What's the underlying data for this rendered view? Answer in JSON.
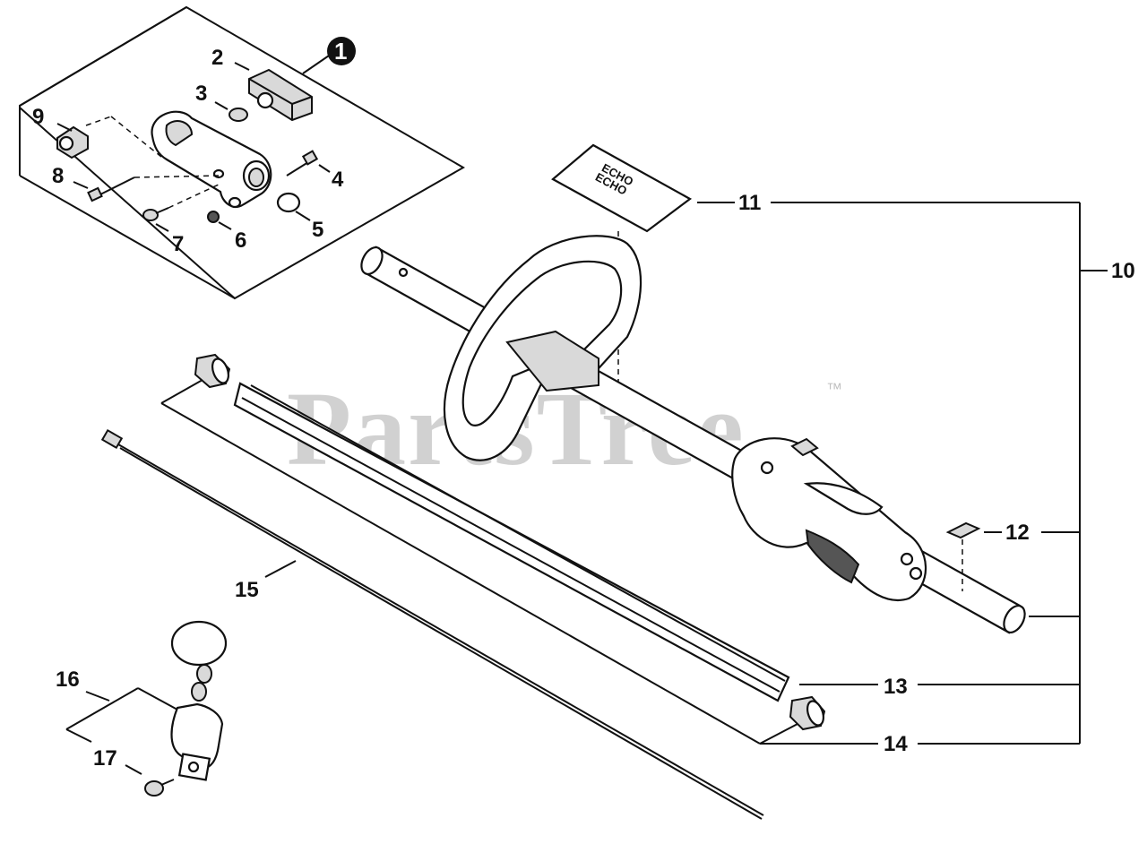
{
  "watermark": {
    "text": "PartsTree",
    "tm": "™"
  },
  "decal_text": "ECHO",
  "callouts": {
    "c1": "1",
    "c2": "2",
    "c3": "3",
    "c4": "4",
    "c5": "5",
    "c6": "6",
    "c7": "7",
    "c8": "8",
    "c9": "9",
    "c10": "10",
    "c11": "11",
    "c12": "12",
    "c13": "13",
    "c14": "14",
    "c15": "15",
    "c16": "16",
    "c17": "17"
  }
}
